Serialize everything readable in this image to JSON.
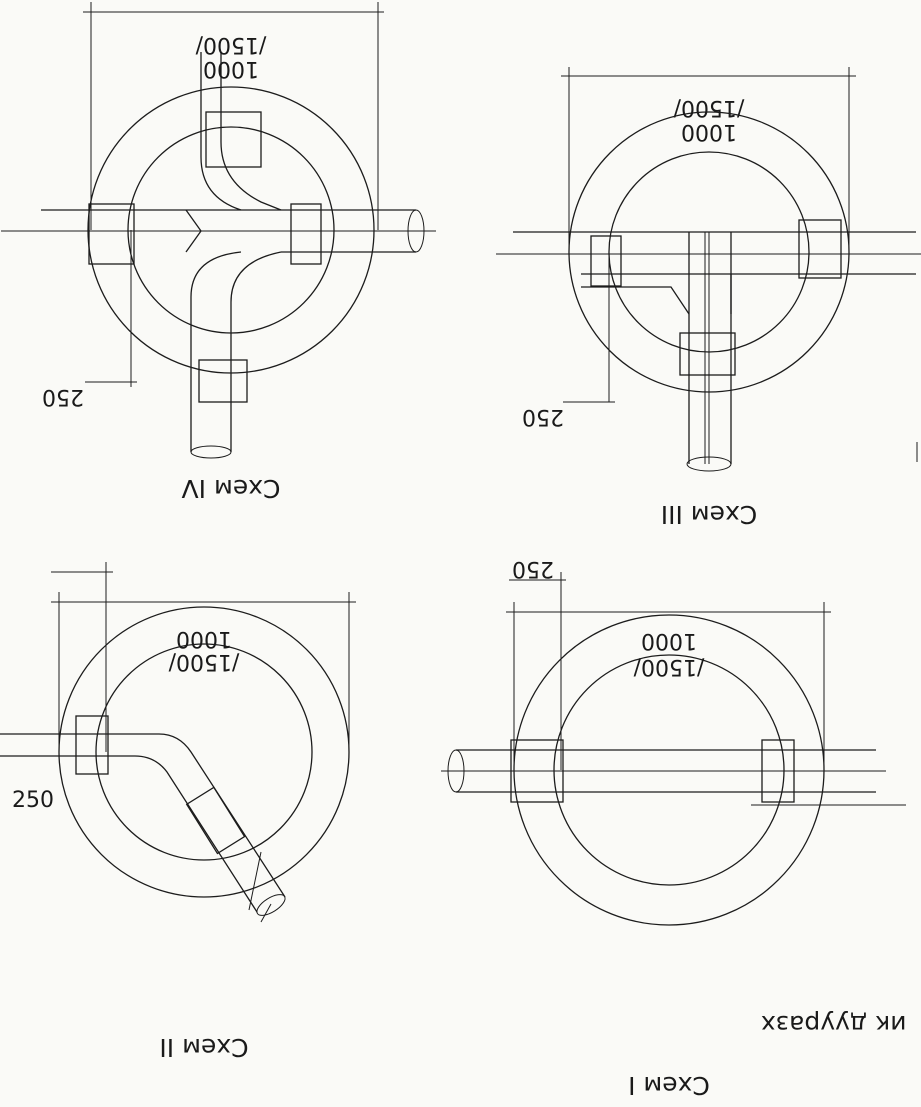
{
  "schemes": {
    "s1": {
      "title": "Схем  I",
      "inner": "1000",
      "outer": "/1500/",
      "wall": "250"
    },
    "s2": {
      "title": "Схем  II",
      "inner": "1000",
      "outer": "/1500/",
      "wall": "250"
    },
    "s3": {
      "title": "Схем  III",
      "inner": "1000",
      "outer": "/1500/",
      "wall": "250"
    },
    "s4": {
      "title": "Схем  IV",
      "inner": "1000",
      "outer": "/1500/",
      "wall": "250"
    }
  },
  "caption_fragment": "ик дууразх"
}
